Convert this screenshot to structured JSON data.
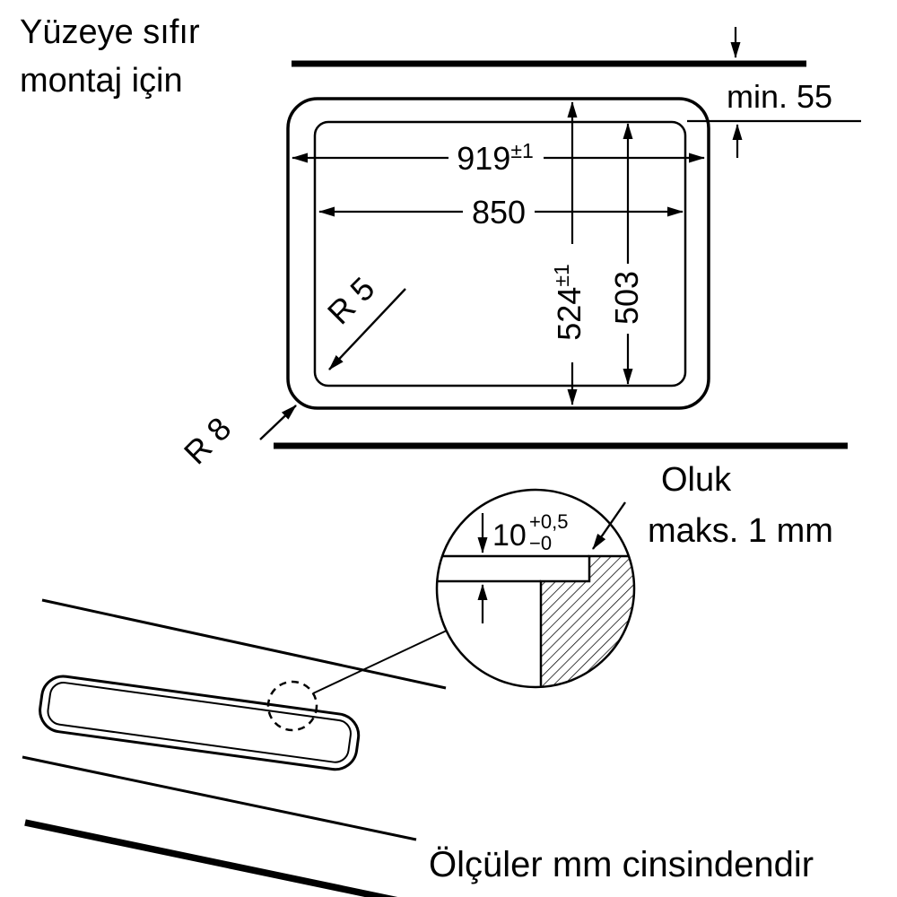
{
  "title": {
    "line1": "Yüzeye sıfır",
    "line2": "montaj için"
  },
  "dimensions": {
    "outer_width": "919",
    "outer_width_tol": "±1",
    "inner_width": "850",
    "outer_height": "524",
    "outer_height_tol": "±1",
    "inner_height": "503",
    "inner_radius": "R 5",
    "outer_radius": "R 8",
    "min_edge_distance": "min. 55"
  },
  "detail": {
    "rebate_depth": "10",
    "rebate_depth_tol_plus": "+0,5",
    "rebate_depth_tol_minus": "−0",
    "groove_line1": "Oluk",
    "groove_line2": "maks. 1 mm"
  },
  "footer": {
    "note": "Ölçüler mm cinsindendir"
  },
  "colors": {
    "ink": "#000000",
    "background": "#ffffff"
  }
}
